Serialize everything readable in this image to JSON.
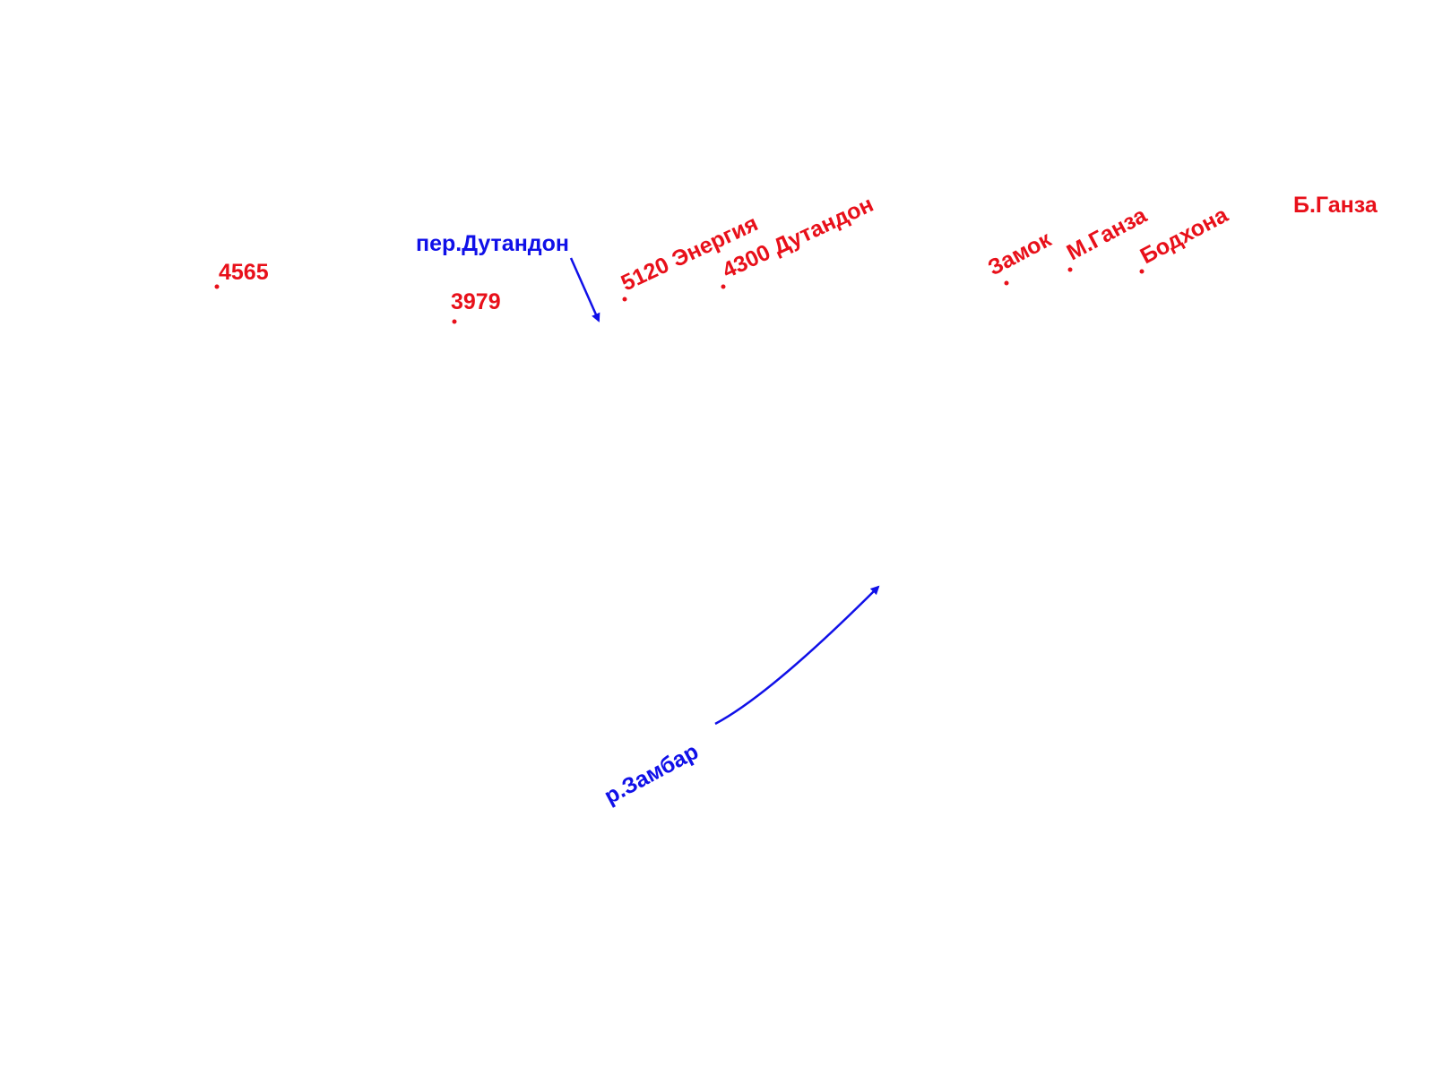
{
  "colors": {
    "background": "#ffffff",
    "peaks": "#e8101a",
    "annotations": "#1010e8"
  },
  "peaks": [
    {
      "id": "p4565",
      "label": "4565"
    },
    {
      "id": "p3979",
      "label": "3979"
    },
    {
      "id": "p5120",
      "label": "5120 Энергия"
    },
    {
      "id": "p4300",
      "label": "4300 Дутандон"
    },
    {
      "id": "zamok",
      "label": "Замок"
    },
    {
      "id": "mganza",
      "label": "М.Ганза"
    },
    {
      "id": "bodkhona",
      "label": "Бодхона"
    },
    {
      "id": "bganza",
      "label": "Б.Ганза"
    }
  ],
  "annotations": {
    "pass_label": "пер.Дутандон",
    "river_label": "р.Замбар"
  }
}
